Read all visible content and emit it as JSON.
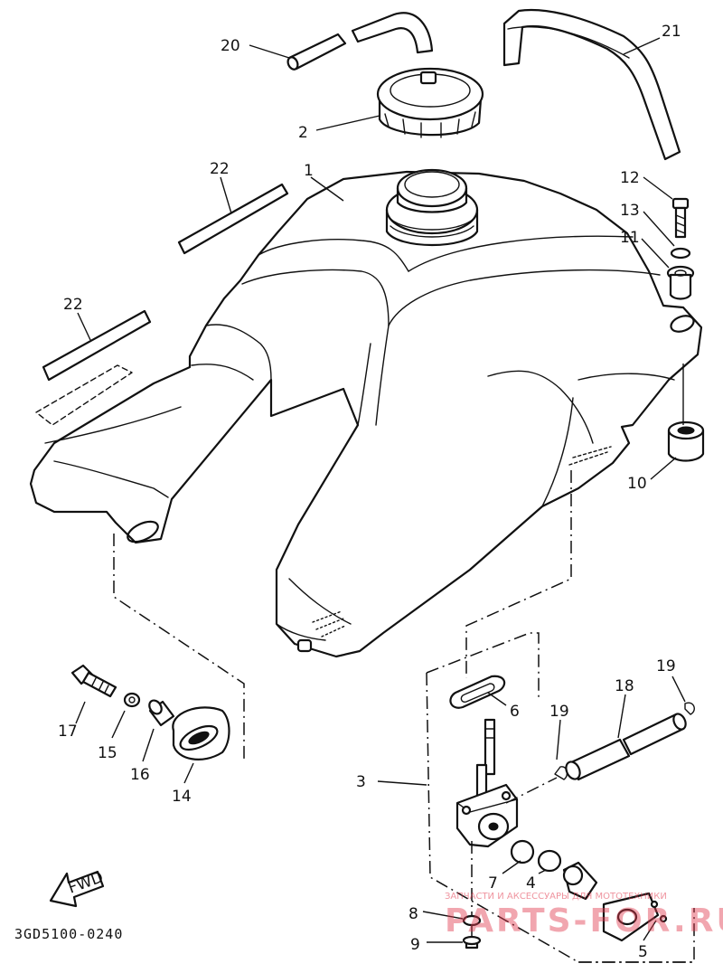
{
  "diagram_code": "3GD5100-0240",
  "fwd_label": "FWD",
  "watermark": {
    "caption": "ЗАПЧАСТИ И АКСЕССУАРЫ ДЛЯ МОТОТЕХНИКИ",
    "brand": "PARTS-FOR.RU"
  },
  "callouts": {
    "c1": "1",
    "c2": "2",
    "c3": "3",
    "c4": "4",
    "c5": "5",
    "c6": "6",
    "c7": "7",
    "c8": "8",
    "c9": "9",
    "c10": "10",
    "c11": "11",
    "c12": "12",
    "c13": "13",
    "c14": "14",
    "c15": "15",
    "c16": "16",
    "c17": "17",
    "c18": "18",
    "c19a": "19",
    "c19b": "19",
    "c20": "20",
    "c21": "21",
    "c22a": "22",
    "c22b": "22"
  }
}
